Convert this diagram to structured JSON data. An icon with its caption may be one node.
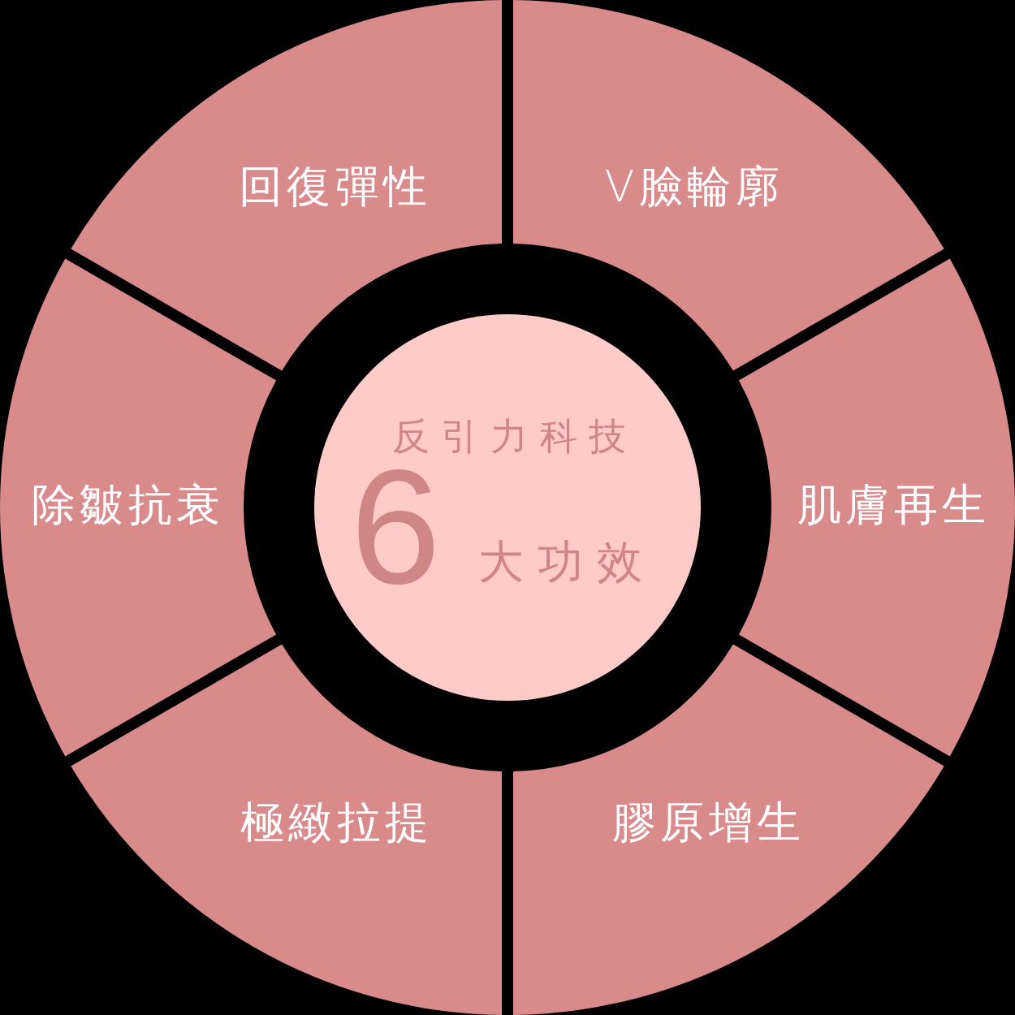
{
  "diagram": {
    "nodes": [
      {
        "text": [
          "回復彈性"
        ]
      },
      {
        "text": [
          "V臉輪廓"
        ]
      },
      {
        "text": [
          "除皺抗衰"
        ]
      },
      {
        "text": [
          "反引力科技",
          "6",
          "大功效"
        ]
      },
      {
        "text": [
          "肌膚再生"
        ]
      },
      {
        "text": [
          "極緻拉提"
        ]
      },
      {
        "text": [
          "膠原增生"
        ]
      }
    ]
  }
}
